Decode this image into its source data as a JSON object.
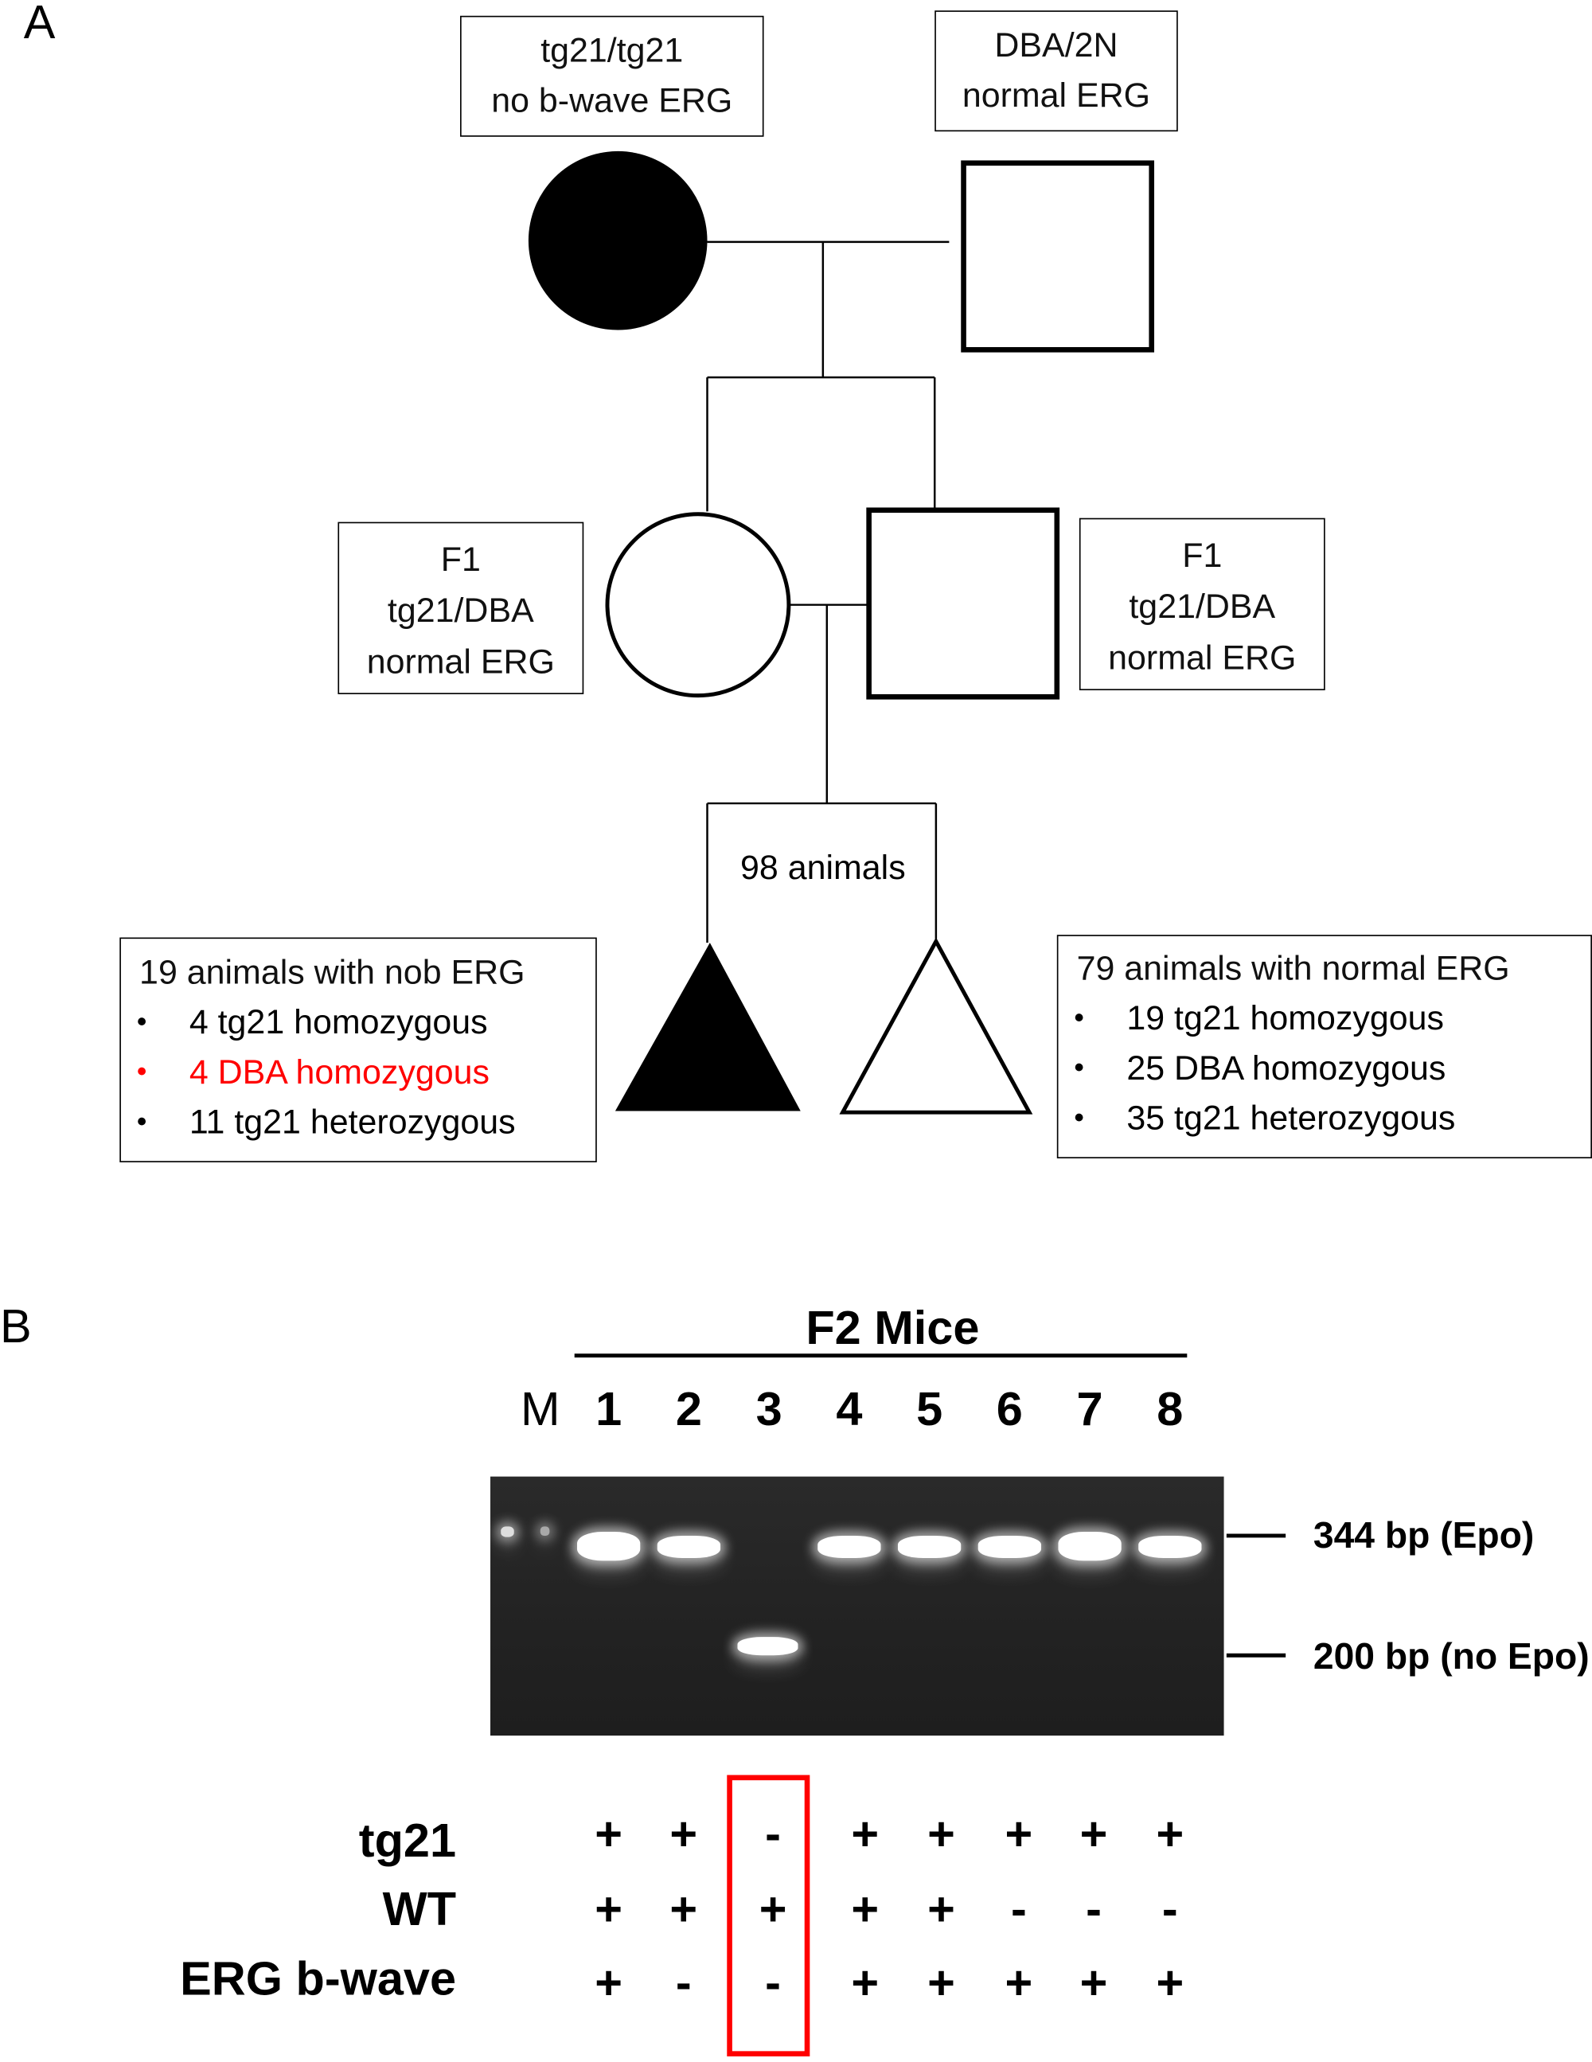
{
  "panel_a": {
    "label": "A",
    "parent_female": {
      "lines": [
        "tg21/tg21",
        "no b-wave ERG"
      ]
    },
    "parent_male": {
      "lines": [
        "DBA/2N",
        "normal ERG"
      ]
    },
    "f1_female": {
      "lines": [
        "F1",
        "tg21/DBA",
        "normal ERG"
      ]
    },
    "f1_male": {
      "lines": [
        "F1",
        "tg21/DBA",
        "normal ERG"
      ]
    },
    "offspring_total": "98 animals",
    "nob_group": {
      "title": "19 animals with nob ERG",
      "items": [
        {
          "text": "4 tg21 homozygous",
          "color": "#000000"
        },
        {
          "text": "4 DBA homozygous",
          "color": "#ff0000"
        },
        {
          "text": "11 tg21 heterozygous",
          "color": "#000000"
        }
      ]
    },
    "normal_group": {
      "title": "79 animals with normal ERG",
      "items": [
        {
          "text": "19 tg21 homozygous",
          "color": "#000000"
        },
        {
          "text": "25 DBA homozygous",
          "color": "#000000"
        },
        {
          "text": "35 tg21 heterozygous",
          "color": "#000000"
        }
      ]
    },
    "bullet": "•"
  },
  "panel_b": {
    "label": "B",
    "title": "F2 Mice",
    "lanes": [
      "M",
      "1",
      "2",
      "3",
      "4",
      "5",
      "6",
      "7",
      "8"
    ],
    "markers": [
      "344 bp (Epo)",
      "200 bp (no Epo)"
    ],
    "bands": {
      "344bp": [
        false,
        true,
        true,
        false,
        true,
        true,
        true,
        true,
        true
      ],
      "200bp": [
        false,
        false,
        false,
        true,
        false,
        false,
        false,
        false,
        false
      ]
    },
    "table": {
      "rows": [
        {
          "label": "tg21",
          "values": [
            "+",
            "+",
            "-",
            "+",
            "+",
            "+",
            "+",
            "+"
          ]
        },
        {
          "label": "WT",
          "values": [
            "+",
            "+",
            "+",
            "+",
            "+",
            "-",
            "-",
            "-"
          ]
        },
        {
          "label": "ERG b-wave",
          "values": [
            "+",
            "-",
            "-",
            "+",
            "+",
            "+",
            "+",
            "+"
          ]
        }
      ],
      "highlighted_lane": "3",
      "highlight_color": "#ff0000"
    }
  }
}
